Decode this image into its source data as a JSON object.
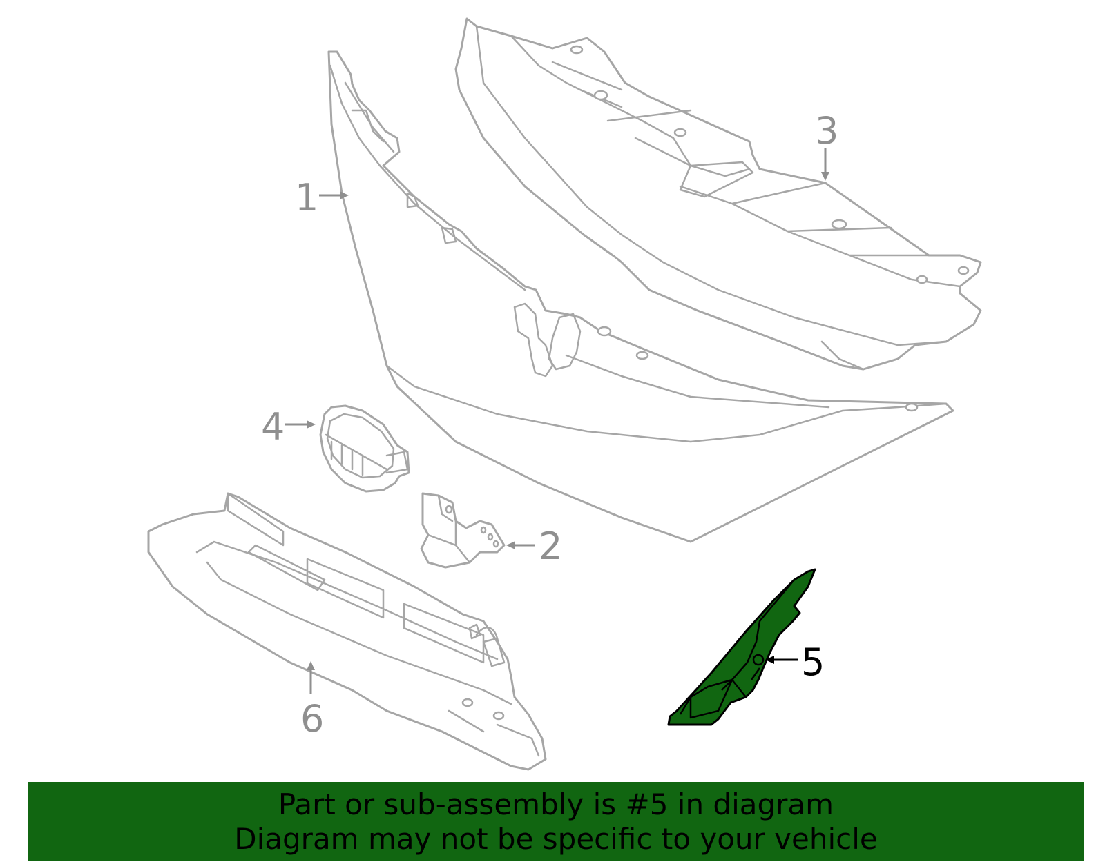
{
  "callouts": {
    "c1": "1",
    "c2": "2",
    "c3": "3",
    "c4": "4",
    "c5": "5",
    "c6": "6"
  },
  "highlight": {
    "part": "5",
    "color": "#116611"
  },
  "banner": {
    "line1": "Part or sub-assembly is #5 in diagram",
    "line2": "Diagram may not be specific to your vehicle",
    "background": "#116611"
  }
}
